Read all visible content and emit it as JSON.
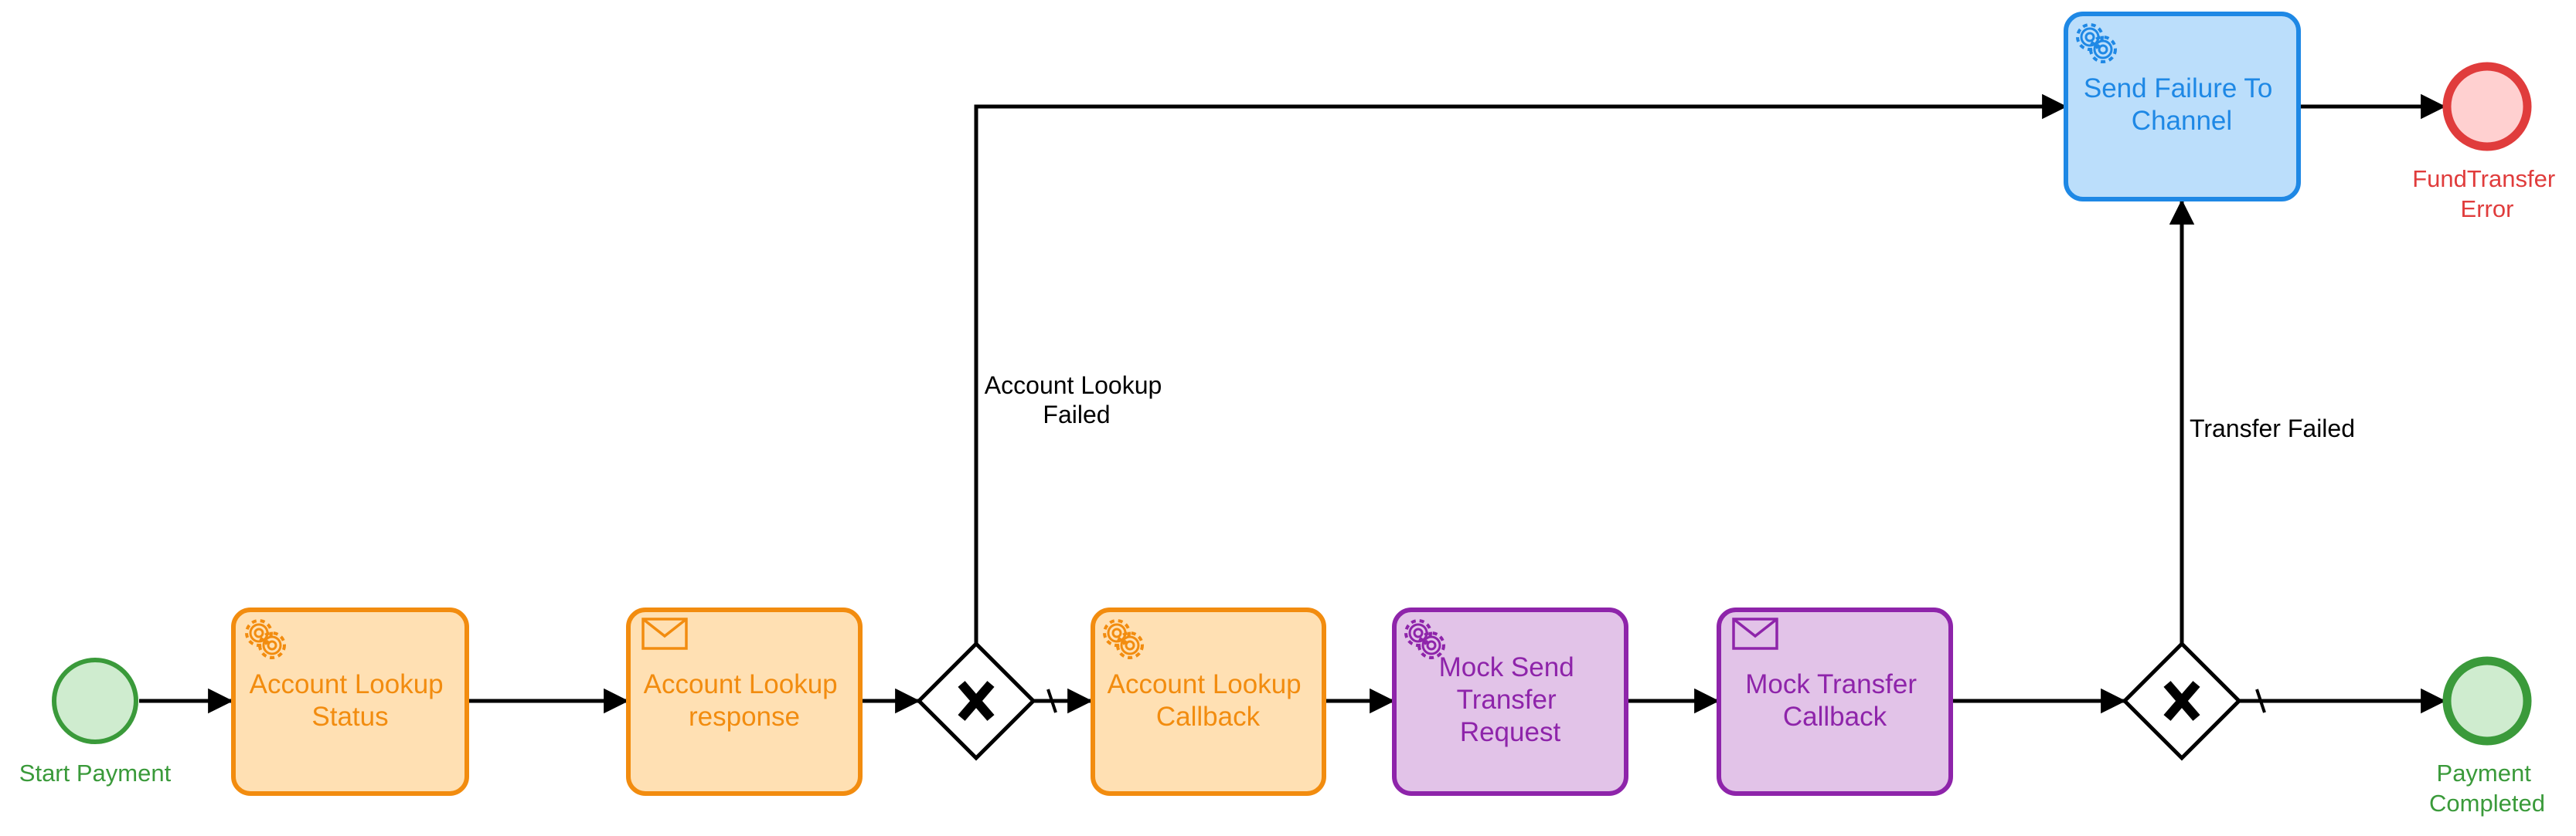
{
  "diagram": {
    "events": {
      "start": {
        "label": [
          "Start Payment"
        ],
        "color": "#3a9a3a",
        "fill": "#cfeccf"
      },
      "end_success": {
        "label": [
          "Payment",
          "Completed"
        ],
        "color": "#3a9a3a",
        "fill": "#cfeccf"
      },
      "end_error": {
        "label": [
          "FundTransfer",
          "Error"
        ],
        "color": "#e03c3c",
        "fill": "#ffd0d0"
      }
    },
    "tasks": {
      "account_lookup_status": {
        "label": [
          "Account Lookup",
          "Status"
        ],
        "icon": "gear-icon",
        "kind": "service",
        "color": "#f28c0f",
        "fill": "#ffe0b3"
      },
      "account_lookup_response": {
        "label": [
          "Account Lookup",
          "response"
        ],
        "icon": "envelope-icon",
        "kind": "message",
        "color": "#f28c0f",
        "fill": "#ffe0b3"
      },
      "account_lookup_callback": {
        "label": [
          "Account Lookup",
          "Callback"
        ],
        "icon": "gear-icon",
        "kind": "service",
        "color": "#f28c0f",
        "fill": "#ffe0b3"
      },
      "mock_send_transfer_request": {
        "label": [
          "Mock Send",
          "Transfer",
          "Request"
        ],
        "icon": "gear-icon",
        "kind": "service",
        "color": "#8e24aa",
        "fill": "#e2c3e8"
      },
      "mock_transfer_callback": {
        "label": [
          "Mock Transfer",
          "Callback"
        ],
        "icon": "envelope-icon",
        "kind": "message",
        "color": "#8e24aa",
        "fill": "#e2c3e8"
      },
      "send_failure_to_channel": {
        "label": [
          "Send Failure To",
          "Channel"
        ],
        "icon": "gear-icon",
        "kind": "service",
        "color": "#1e88e5",
        "fill": "#bbdefb"
      }
    },
    "gateways": {
      "gateway_1": {
        "type": "exclusive",
        "icon": "x-icon"
      },
      "gateway_2": {
        "type": "exclusive",
        "icon": "x-icon"
      }
    },
    "flow_labels": {
      "account_lookup_failed": [
        "Account Lookup",
        "Failed"
      ],
      "transfer_failed": [
        "Transfer Failed"
      ]
    }
  }
}
